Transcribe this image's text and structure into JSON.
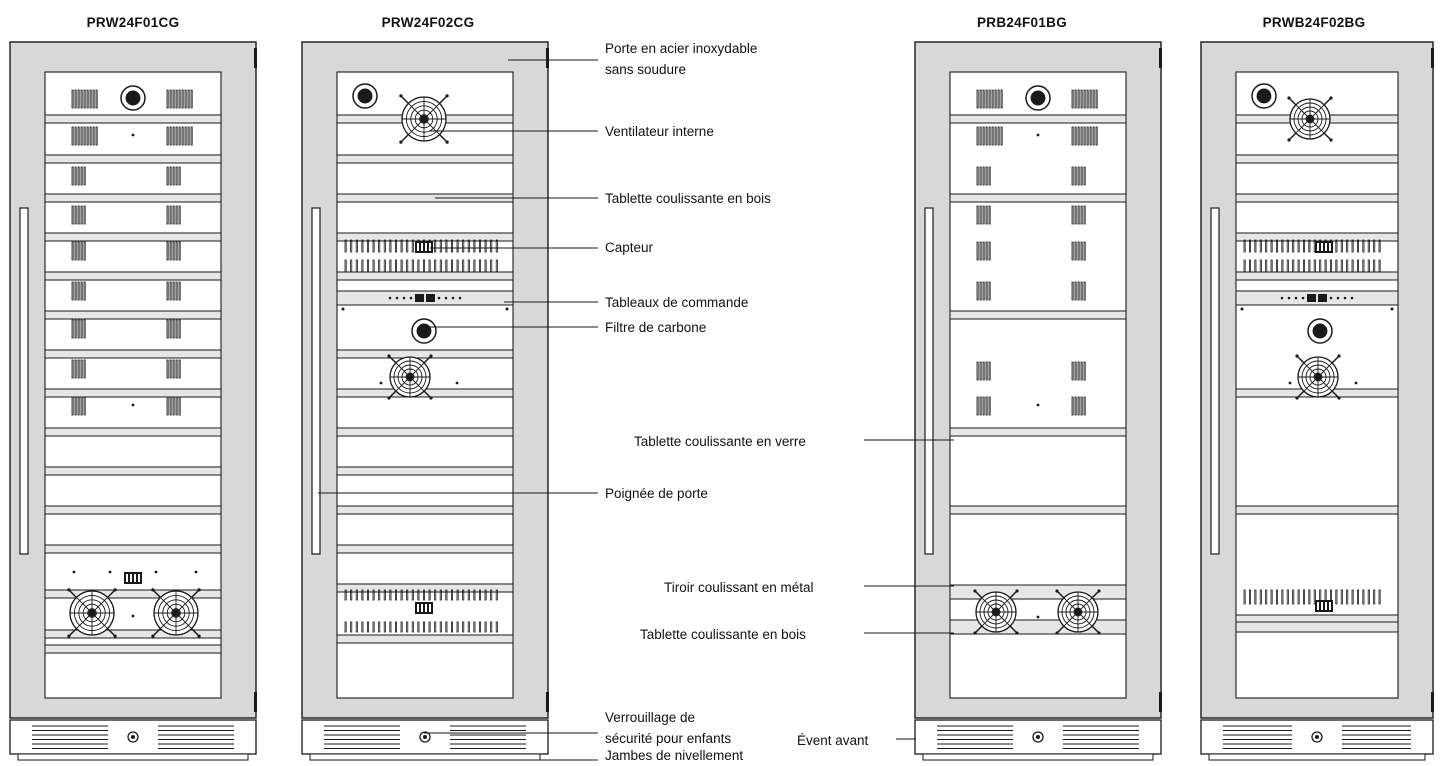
{
  "models": [
    {
      "name": "PRW24F01CG"
    },
    {
      "name": "PRW24F02CG"
    },
    {
      "name": "PRB24F01BG"
    },
    {
      "name": "PRWB24F02BG"
    }
  ],
  "callouts": {
    "door": [
      "Porte en acier inoxydable",
      "sans soudure"
    ],
    "fan": "Ventilateur interne",
    "wood_shelf_1": "Tablette coulissante en bois",
    "sensor": "Capteur",
    "control_panel": "Tableaux de commande",
    "carbon_filter": "Filtre de carbone",
    "handle": "Poignée de porte",
    "child_lock": [
      "Verrouillage de",
      "sécurité pour enfants"
    ],
    "leveling_legs": "Jambes de nivellement",
    "glass_shelf": "Tablette coulissante en verre",
    "metal_drawer": "Tiroir coulissant en métal",
    "wood_shelf_2": "Tablette coulissante en bois",
    "front_vent": "Évent avant"
  },
  "icons": [
    "fan-icon",
    "carbon-filter-icon",
    "sensor-icon",
    "vent-grille-icon",
    "lock-icon"
  ],
  "colors": {
    "line": "#1a1a1a",
    "frame": "#d8d8d8",
    "shelf": "#e6e6e6",
    "background": "#ffffff"
  }
}
